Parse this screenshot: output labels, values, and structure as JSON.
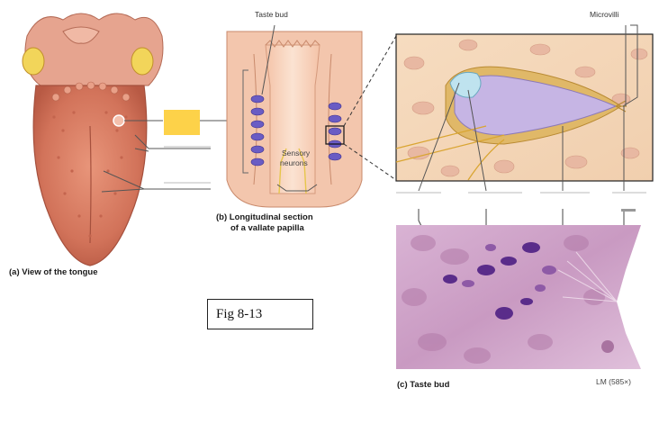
{
  "panel_a": {
    "caption": "(a) View of the tongue"
  },
  "panel_b": {
    "caption_line1": "(b) Longitudinal section",
    "caption_line2": "of a vallate papilla",
    "label_taste_bud": "Taste bud",
    "label_sensory_line1": "Sensory",
    "label_sensory_line2": "neurons"
  },
  "panel_c": {
    "caption": "(c) Taste bud",
    "label_microvilli": "Microvilli",
    "magnification": "LM (585×)"
  },
  "figure_label": "Fig 8-13",
  "colors": {
    "highlight_box": "#fdd249",
    "tongue": "#d77a5e",
    "histology": "#c99ac2",
    "nuclei": "#5a2c8a"
  }
}
